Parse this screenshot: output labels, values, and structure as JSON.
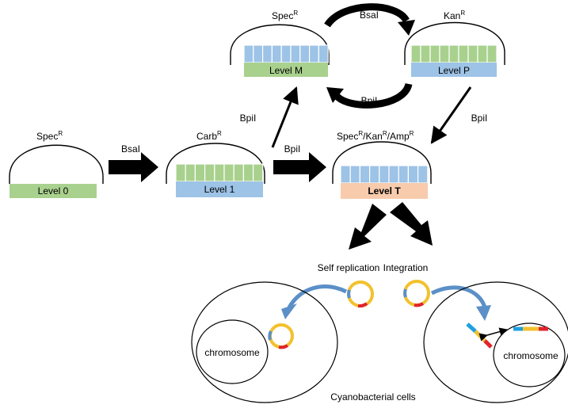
{
  "colors": {
    "green": "#A9D18E",
    "blue": "#9DC3E6",
    "orange": "#F8CBAD",
    "yellow": "#F2C12E",
    "red": "#E0242C",
    "cyan": "#1EA0E0",
    "curved_arrow": "#5B8FC7",
    "black": "#000000"
  },
  "plasmids": {
    "level0": {
      "resistance": "Spec",
      "sup": "R",
      "label": "Level 0"
    },
    "level1": {
      "resistance": "Carb",
      "sup": "R",
      "label": "Level 1"
    },
    "levelM": {
      "resistance": "Spec",
      "sup": "R",
      "label": "Level M"
    },
    "levelP": {
      "resistance": "Kan",
      "sup": "R",
      "label": "Level P"
    },
    "levelT": {
      "res1": "Spec",
      "sup1": "R",
      "sep1": "/",
      "res2": "Kan",
      "sup2": "R",
      "sep2": "/",
      "res3": "Amp",
      "sup3": "R",
      "label": "Level T"
    }
  },
  "enzymes": {
    "l0_to_l1": "BsaI",
    "l1_to_m": "BpiI",
    "l1_to_t": "BpiI",
    "m_to_p": "BsaI",
    "p_to_m": "BpiI",
    "p_to_t": "BpiI"
  },
  "outcomes": {
    "self_replication": "Self replication",
    "integration": "Integration"
  },
  "cells": {
    "chromosome_left": "chromosome",
    "chromosome_right": "chromosome",
    "caption": "Cyanobacterial cells"
  }
}
